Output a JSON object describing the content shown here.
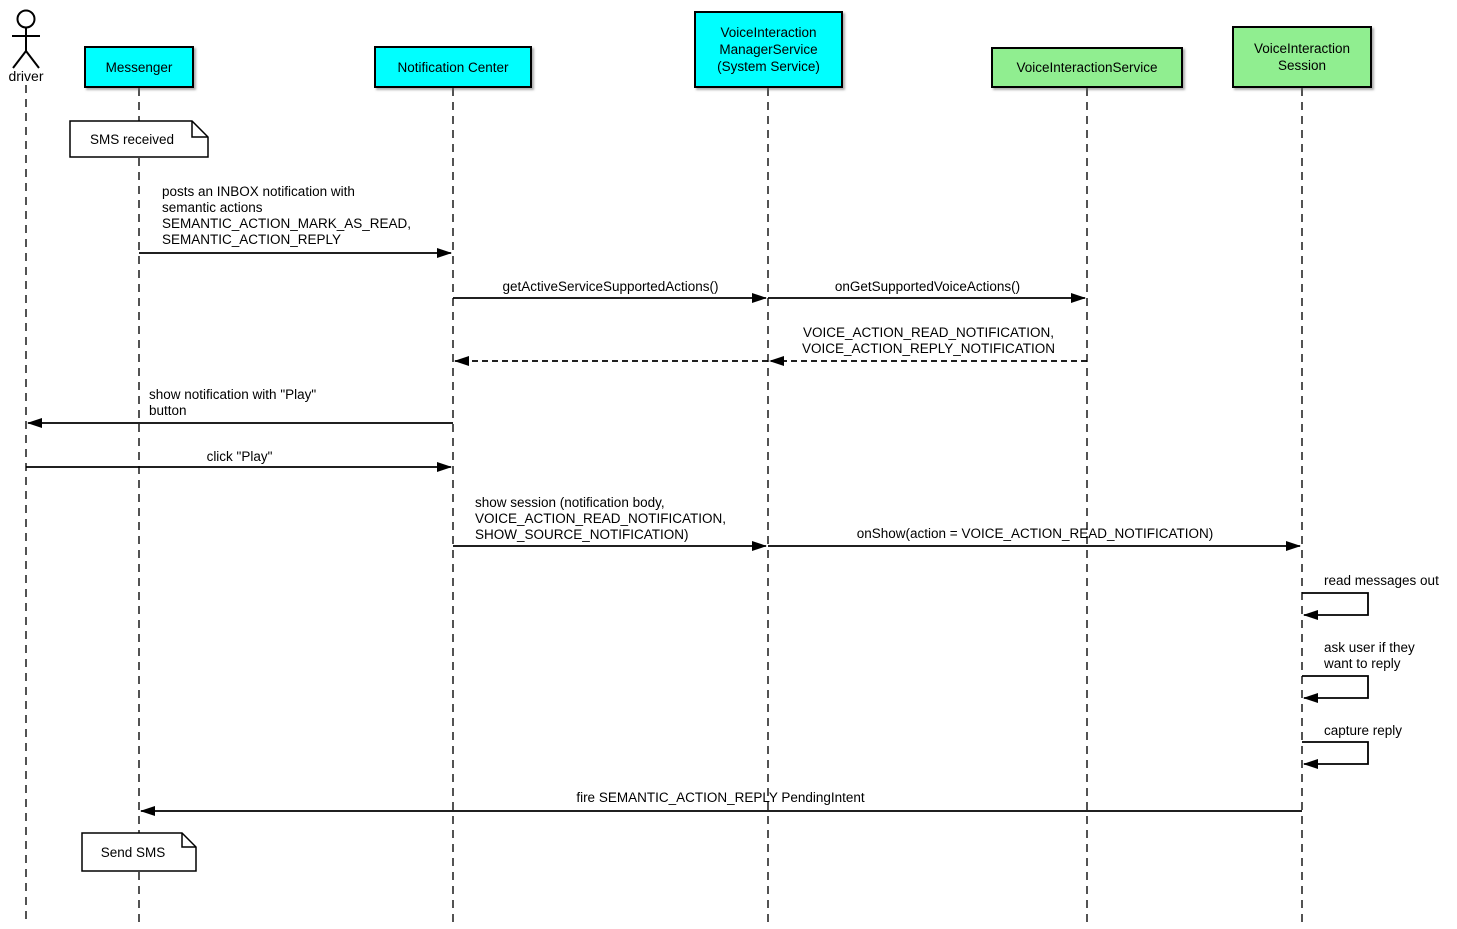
{
  "diagram": {
    "kind": "sequence-diagram",
    "colors": {
      "system_box_fill": "#00ffff",
      "service_box_fill": "#90ee90",
      "note_fill": "#ffffff",
      "line": "#000000"
    },
    "actor": {
      "label": "driver"
    },
    "participants": [
      {
        "id": "messenger",
        "label": "Messenger",
        "fill": "#00ffff"
      },
      {
        "id": "notification-center",
        "label": "Notification Center",
        "fill": "#00ffff"
      },
      {
        "id": "voice-interaction-manager-service",
        "label": "VoiceInteraction\nManagerService\n(System Service)",
        "fill": "#00ffff"
      },
      {
        "id": "voice-interaction-service",
        "label": "VoiceInteractionService",
        "fill": "#90ee90"
      },
      {
        "id": "voice-interaction-session",
        "label": "VoiceInteraction\nSession",
        "fill": "#90ee90"
      }
    ],
    "notes": [
      {
        "text": "SMS received",
        "on": "Messenger"
      },
      {
        "text": "Send SMS",
        "on": "Messenger"
      }
    ],
    "messages": [
      {
        "text": "posts an INBOX notification with\nsemantic actions\nSEMANTIC_ACTION_MARK_AS_READ,\nSEMANTIC_ACTION_REPLY",
        "from": "Messenger",
        "to": "Notification Center",
        "line": "solid"
      },
      {
        "text": "getActiveServiceSupportedActions()",
        "from": "Notification Center",
        "to": "VoiceInteraction ManagerService (System Service)",
        "line": "solid"
      },
      {
        "text": "onGetSupportedVoiceActions()",
        "from": "VoiceInteraction ManagerService (System Service)",
        "to": "VoiceInteractionService",
        "line": "solid"
      },
      {
        "text": "VOICE_ACTION_READ_NOTIFICATION,\nVOICE_ACTION_REPLY_NOTIFICATION",
        "from": "VoiceInteractionService",
        "to": "Notification Center",
        "line": "dashed-return"
      },
      {
        "text": "show notification with \"Play\"\nbutton",
        "from": "Notification Center",
        "to": "driver",
        "line": "solid"
      },
      {
        "text": "click \"Play\"",
        "from": "driver",
        "to": "Notification Center",
        "line": "solid"
      },
      {
        "text": "show session (notification body,\nVOICE_ACTION_READ_NOTIFICATION,\nSHOW_SOURCE_NOTIFICATION)",
        "from": "Notification Center",
        "to": "VoiceInteraction ManagerService (System Service)",
        "line": "solid"
      },
      {
        "text": "onShow(action = VOICE_ACTION_READ_NOTIFICATION)",
        "from": "VoiceInteraction ManagerService (System Service)",
        "to": "VoiceInteraction Session",
        "line": "solid"
      },
      {
        "text": "read messages out",
        "from": "VoiceInteraction Session",
        "to": "VoiceInteraction Session",
        "line": "self"
      },
      {
        "text": "ask user if they\nwant to reply",
        "from": "VoiceInteraction Session",
        "to": "VoiceInteraction Session",
        "line": "self"
      },
      {
        "text": "capture reply",
        "from": "VoiceInteraction Session",
        "to": "VoiceInteraction Session",
        "line": "self"
      },
      {
        "text": "fire SEMANTIC_ACTION_REPLY PendingIntent",
        "from": "VoiceInteraction Session",
        "to": "Messenger",
        "line": "solid"
      }
    ]
  }
}
